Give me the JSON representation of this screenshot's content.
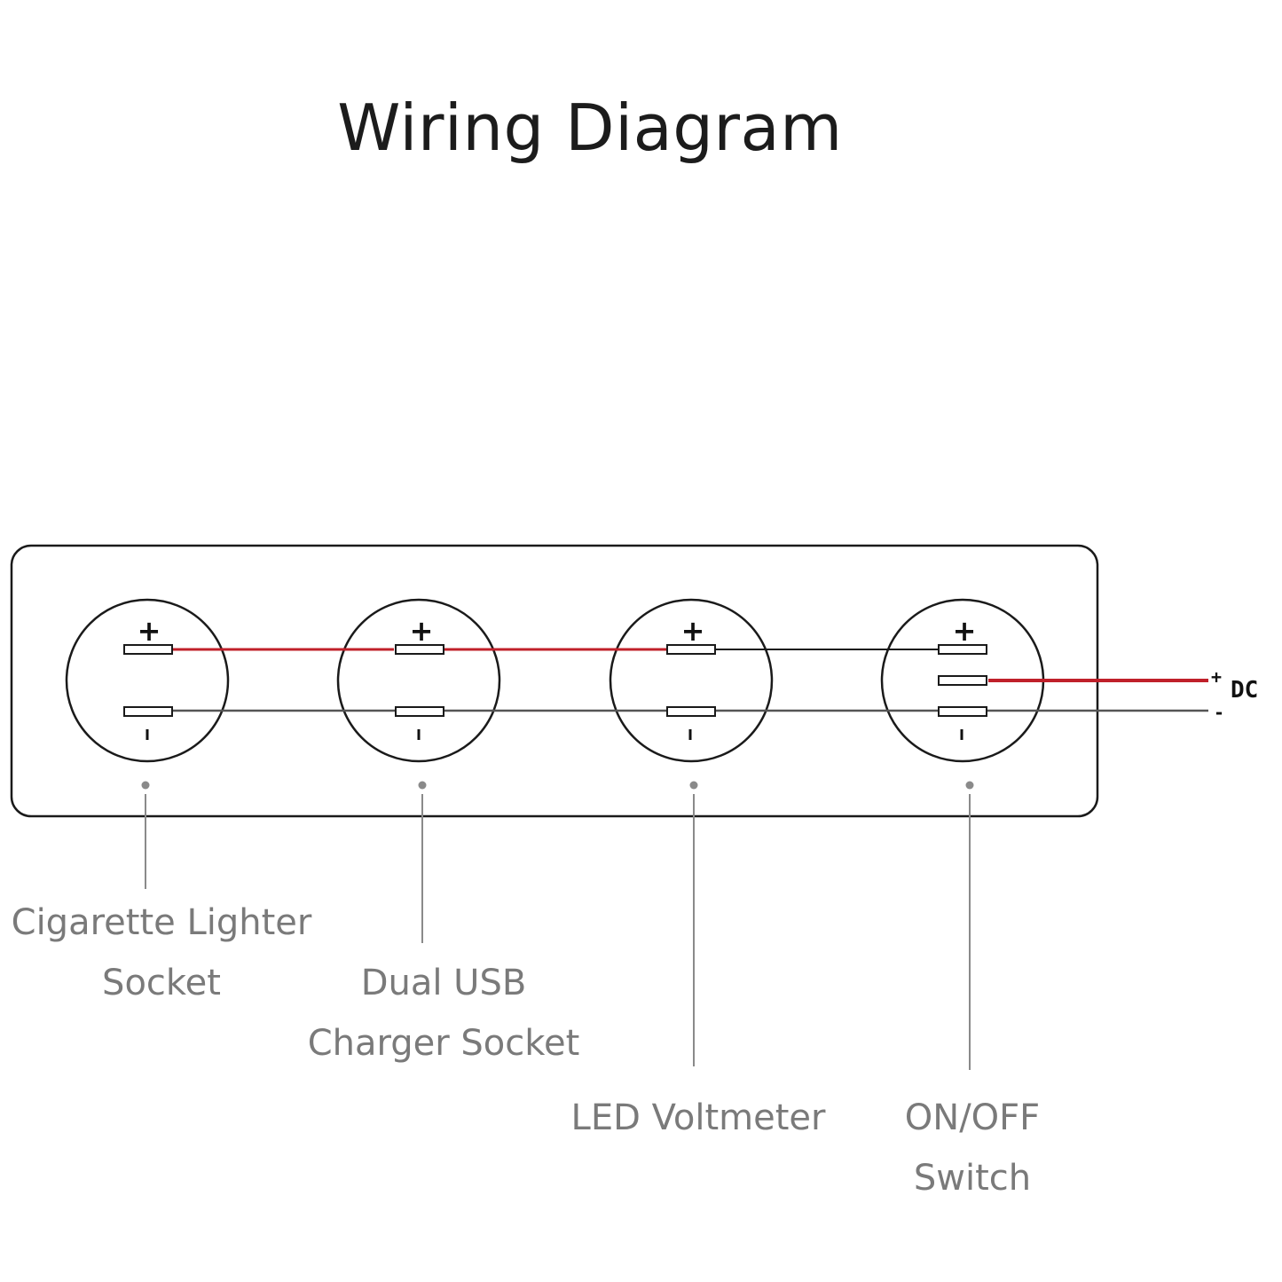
{
  "title": "Wiring Diagram",
  "terminal_symbols": {
    "positive": "+",
    "negative": "-"
  },
  "power_input": {
    "label": "DC",
    "positive": "+",
    "negative": "-"
  },
  "components": [
    {
      "name_lines": [
        "Cigarette Lighter",
        "Socket"
      ]
    },
    {
      "name_lines": [
        "Dual USB",
        "Charger Socket"
      ]
    },
    {
      "name_lines": [
        "LED Voltmeter"
      ]
    },
    {
      "name_lines": [
        "ON/OFF",
        "Switch"
      ]
    }
  ],
  "colors": {
    "positive_wire": "#c0202a",
    "switched_wire": "#1a1a1a",
    "negative_wire": "#555555",
    "outline": "#1a1a1a",
    "leader": "#8a8a8a",
    "label_text": "#7a7a7a"
  }
}
